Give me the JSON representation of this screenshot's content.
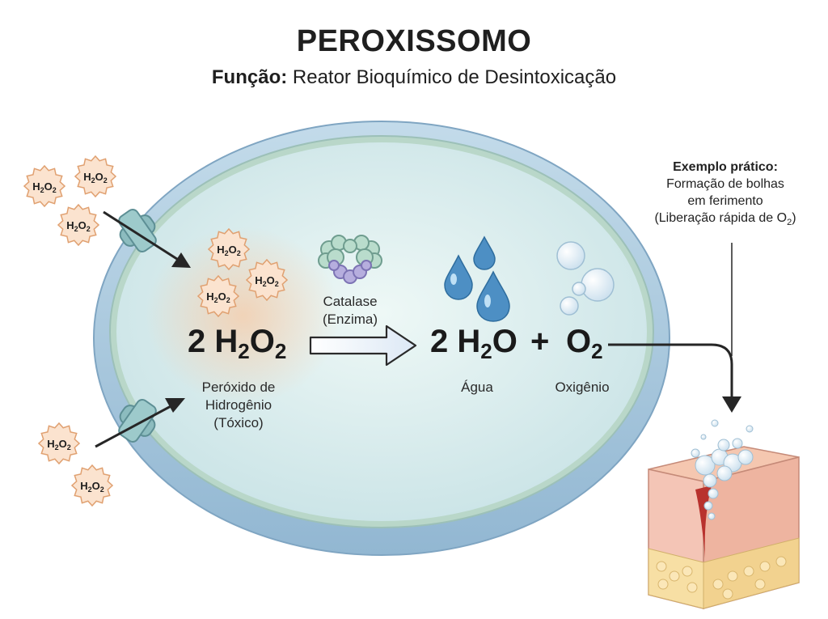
{
  "title": "PEROXISSOMO",
  "subtitle": {
    "prefix": "Função:",
    "text": "Reator Bioquímico de Desintoxicação"
  },
  "molecule_label": {
    "base": "H",
    "sub1": "2",
    "mid": "O",
    "sub2": "2"
  },
  "reaction": {
    "reactant": {
      "coef": "2",
      "base": "H",
      "sub1": "2",
      "mid": "O",
      "sub2": "2"
    },
    "product1": {
      "coef": "2",
      "base": "H",
      "sub": "2",
      "mid": "O"
    },
    "plus": "+",
    "product2": {
      "base": "O",
      "sub": "2"
    }
  },
  "labels": {
    "reactant_line1": "Peróxido de",
    "reactant_line2": "Hidrogênio",
    "reactant_line3": "(Tóxico)",
    "enzyme_line1": "Catalase",
    "enzyme_line2": "(Enzima)",
    "water": "Água",
    "oxygen": "Oxigênio"
  },
  "note": {
    "heading": "Exemplo prático:",
    "line1": "Formação de bolhas",
    "line2": "em ferimento",
    "line3_prefix": "(Liberação rápida de O",
    "line3_sub": "2",
    "line3_suffix": ")"
  },
  "colors": {
    "membrane": "#a9c6dc",
    "lumen": "#d6ecec",
    "molecule_fill": "#fbe3cf",
    "molecule_stroke": "#e0a070",
    "water_drop": "#4d8fc4",
    "arrow": "#262626"
  }
}
